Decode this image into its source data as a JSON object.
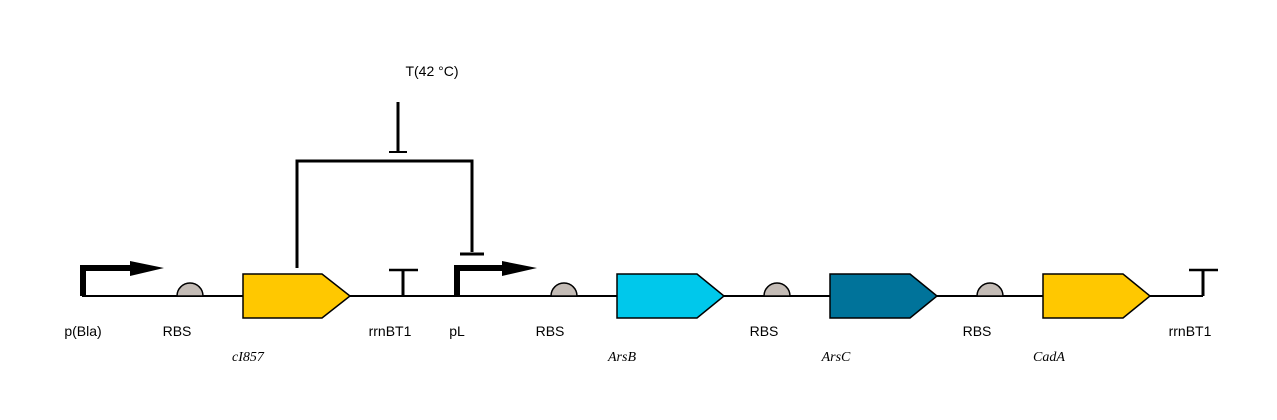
{
  "title": "",
  "regulation": {
    "signal_label": "T(42 °C)"
  },
  "parts": {
    "promoter_1": "p(Bla)",
    "rbs_1": "RBS",
    "gene_1": "cI857",
    "terminator_1": "rrnBT1",
    "promoter_2": "pL",
    "rbs_2": "RBS",
    "gene_2": "ArsB",
    "rbs_3": "RBS",
    "gene_3": "ArsC",
    "rbs_4": "RBS",
    "gene_4": "CadA",
    "terminator_2": "rrnBT1"
  },
  "colors": {
    "gene_cI857": "#FFC800",
    "gene_ArsB": "#00C8EB",
    "gene_ArsC": "#00739A",
    "gene_CadA": "#FFC800",
    "rbs": "#C4BCB6",
    "line": "#000000"
  }
}
